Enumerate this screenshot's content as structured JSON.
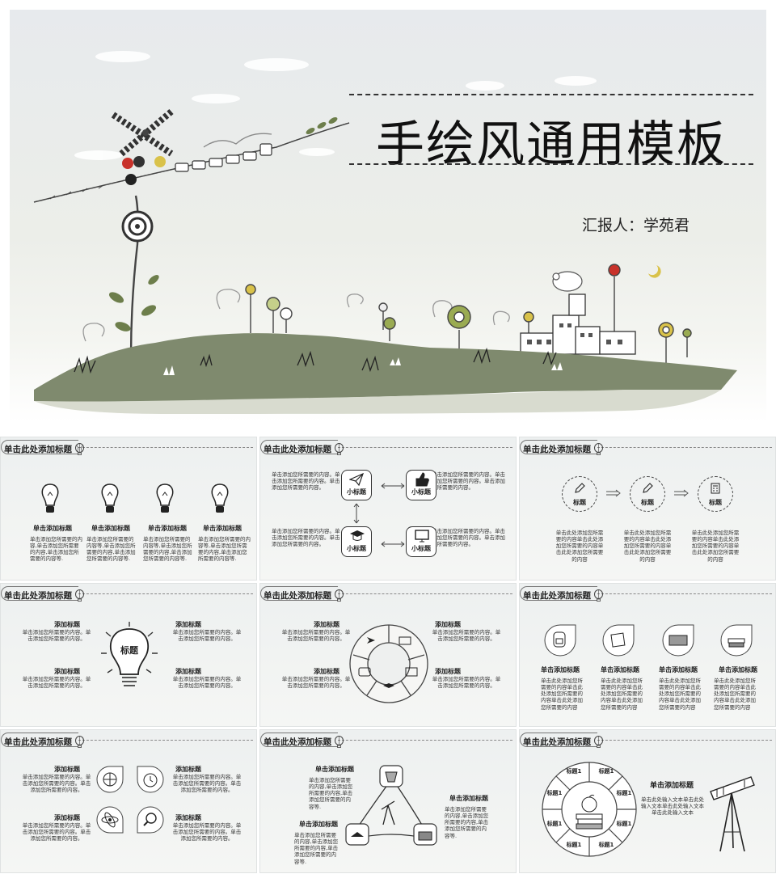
{
  "cover": {
    "title": "手绘风通用模板",
    "reporter": "汇报人：学苑君"
  },
  "slides": {
    "header_title": "单击此处添加标题",
    "s1": {
      "items": [
        {
          "title": "单击添加标题",
          "text": "单击添加您所需要的内容,单击添加您所需要的内容,单击添加您所需要的内容等."
        },
        {
          "title": "单击添加标题",
          "text": "单击添加您所需要的内容等,单击添加您所需要的内容,单击添加您所需要的内容等."
        },
        {
          "title": "单击添加标题",
          "text": "单击添加您所需要的内容等,单击添加您所需要的内容,单击添加您所需要的内容等."
        },
        {
          "title": "单击添加标题",
          "text": "单击添加您所需要的内容等,单击添加您所需要的内容,单击添加您所需要的内容等."
        }
      ]
    },
    "s2": {
      "box_label": "小标题",
      "text": "单击添加您所需要的内容。单击添加您所需要的内容。单击添加您所需要的内容。"
    },
    "s3": {
      "box_label": "标题",
      "text": "单击此处添加您所需要的内容单击此处添加您所需要的内容单击此处添加您所需要的内容"
    },
    "s4": {
      "center": "标题",
      "item_title": "添加标题",
      "text": "单击添加您所需要的内容。单击添加您所需要的内容。"
    },
    "s5": {
      "item_title": "添加标题",
      "text": "单击添加您所需要的内容。单击添加您所需要的内容。"
    },
    "s6": {
      "item_title": "单击添加标题",
      "text": "单击此处添加您所需要的内容单击此处添加您所需要的内容单击此处添加您所需要的内容"
    },
    "s7": {
      "item_title": "添加标题",
      "text": "单击添加您所需要的内容。单击添加您所需要的内容。单击添加您所需要的内容。"
    },
    "s8": {
      "item_title": "单击添加标题",
      "text": "单击添加您所需要的内容,单击添加您所需要的内容,单击添加您所需要的内容等."
    },
    "s9": {
      "segment_label": "标题1",
      "item_title": "单击添加标题",
      "text": "单击此处输入文本单击此处输入文本单击此处输入文本单击此处输入文本"
    }
  },
  "colors": {
    "grass": "#7f8a6e",
    "accent_yellow": "#d9c24a",
    "accent_red": "#c8322a",
    "accent_green": "#9aab52"
  }
}
